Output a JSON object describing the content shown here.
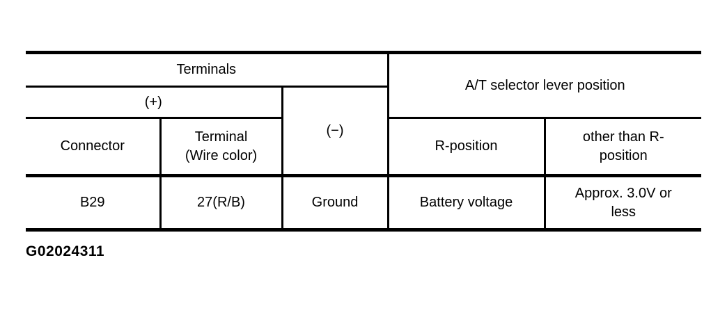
{
  "table": {
    "header": {
      "terminals": "Terminals",
      "at_selector_lever_position": "A/T selector lever position",
      "plus": "(+)",
      "minus": "(−)",
      "connector": "Connector",
      "terminal_wire_color": "Terminal\n(Wire color)",
      "r_position": "R-position",
      "other_than_r_position": "other than R-\nposition"
    },
    "rows": [
      {
        "connector": "B29",
        "terminal_wire_color": "27(R/B)",
        "minus": "Ground",
        "r_position": "Battery voltage",
        "other_than_r_position": "Approx. 3.0V or\nless"
      }
    ]
  },
  "figure_id": "G02024311",
  "colors": {
    "line": "#000000",
    "text": "#000000",
    "background": "#ffffff"
  }
}
